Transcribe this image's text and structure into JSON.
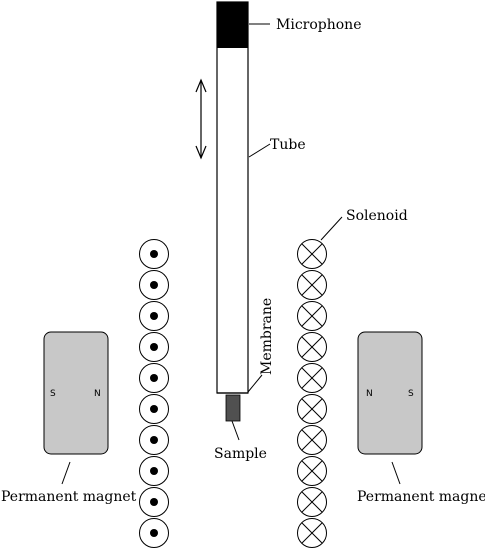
{
  "labels": {
    "microphone": "Microphone",
    "tube": "Tube",
    "solenoid": "Solenoid",
    "membrane": "Membrane",
    "sample": "Sample",
    "magnet_left": "Permanent magnet",
    "magnet_right": "Permanent magnet"
  },
  "magnet_left": {
    "pole_left": "S",
    "pole_right": "N"
  },
  "magnet_right": {
    "pole_left": "N",
    "pole_right": "S"
  },
  "solenoid": {
    "turns_per_side": 10,
    "left_symbol": "dot",
    "right_symbol": "cross"
  },
  "colors": {
    "magnet_fill": "#c8c8c8",
    "microphone_fill": "#000000",
    "sample_fill": "#505050",
    "line": "#000000"
  }
}
